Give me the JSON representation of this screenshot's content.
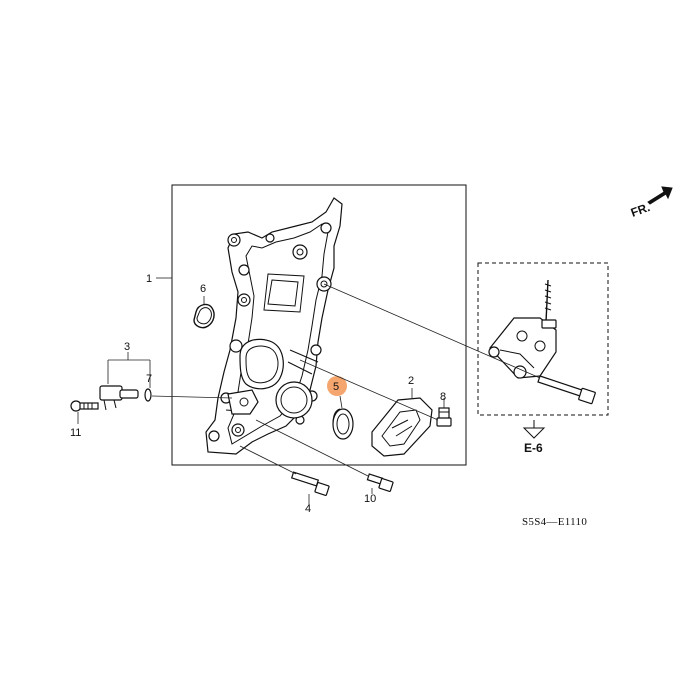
{
  "callouts": {
    "c1": "1",
    "c2": "2",
    "c3": "3",
    "c4": "4",
    "c5": "5",
    "c6": "6",
    "c7": "7",
    "c8": "8",
    "c10": "10",
    "c11": "11"
  },
  "direction_label": "FR.",
  "reference_label": "E-6",
  "diagram_code": "S5S4—E1110",
  "colors": {
    "highlight": "#f5a66e",
    "ink": "#111111"
  }
}
